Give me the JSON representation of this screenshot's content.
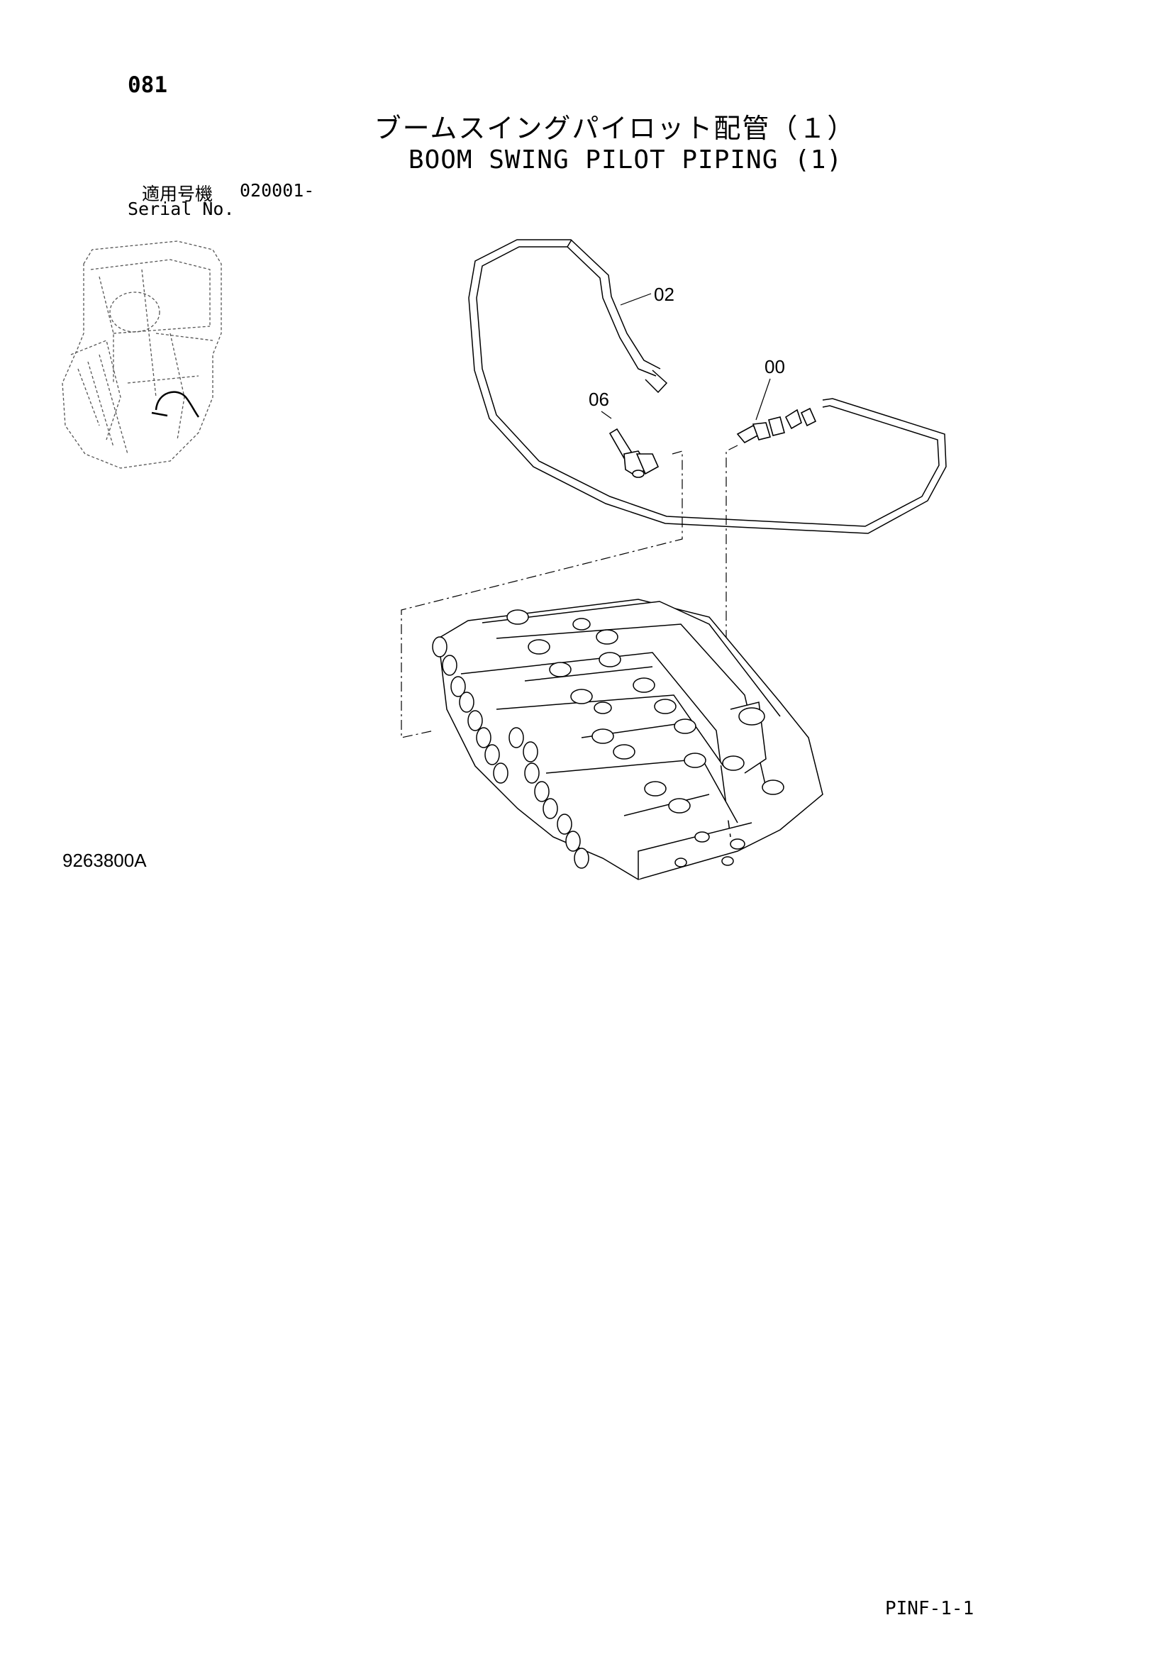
{
  "header": {
    "page_number": "081",
    "title_ja": "ブームスイングパイロット配管（１）",
    "title_en": "BOOM SWING PILOT PIPING (1)"
  },
  "serial": {
    "label_ja": "適用号機",
    "value": "020001-",
    "label_en": "Serial No."
  },
  "callouts": {
    "hose": "02",
    "adapter": "00",
    "elbow": "06"
  },
  "footer": {
    "drawing_id": "9263800A",
    "sheet_code": "PINF-1-1"
  }
}
